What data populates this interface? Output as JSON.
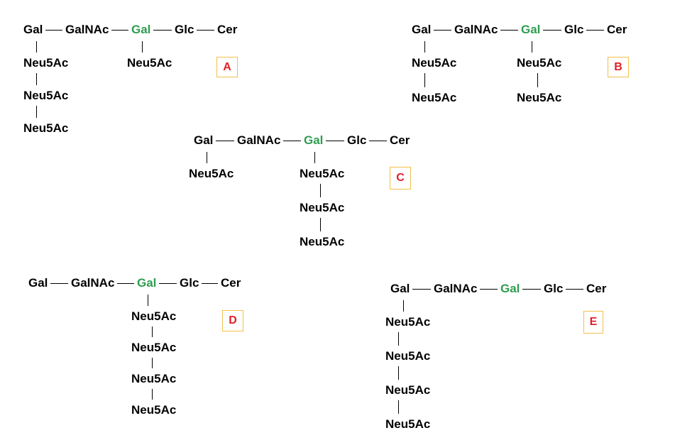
{
  "colors": {
    "text": "#000000",
    "gal_highlight": "#2e9e50",
    "label_letter": "#e0202a",
    "label_box_border": "#f3c04a"
  },
  "structures": [
    {
      "label": "A",
      "chain": [
        "Gal",
        "GalNAc",
        "Gal",
        "Glc",
        "Cer"
      ],
      "highlight_index": 2,
      "branches": [
        {
          "from_index": 0,
          "units": [
            "Neu5Ac",
            "Neu5Ac",
            "Neu5Ac"
          ]
        },
        {
          "from_index": 2,
          "units": [
            "Neu5Ac"
          ]
        }
      ]
    },
    {
      "label": "B",
      "chain": [
        "Gal",
        "GalNAc",
        "Gal",
        "Glc",
        "Cer"
      ],
      "highlight_index": 2,
      "branches": [
        {
          "from_index": 0,
          "units": [
            "Neu5Ac",
            "Neu5Ac"
          ]
        },
        {
          "from_index": 2,
          "units": [
            "Neu5Ac",
            "Neu5Ac"
          ]
        }
      ]
    },
    {
      "label": "C",
      "chain": [
        "Gal",
        "GalNAc",
        "Gal",
        "Glc",
        "Cer"
      ],
      "highlight_index": 2,
      "branches": [
        {
          "from_index": 0,
          "units": [
            "Neu5Ac"
          ]
        },
        {
          "from_index": 2,
          "units": [
            "Neu5Ac",
            "Neu5Ac",
            "Neu5Ac"
          ]
        }
      ]
    },
    {
      "label": "D",
      "chain": [
        "Gal",
        "GalNAc",
        "Gal",
        "Glc",
        "Cer"
      ],
      "highlight_index": 2,
      "branches": [
        {
          "from_index": 2,
          "units": [
            "Neu5Ac",
            "Neu5Ac",
            "Neu5Ac",
            "Neu5Ac"
          ]
        }
      ]
    },
    {
      "label": "E",
      "chain": [
        "Gal",
        "GalNAc",
        "Gal",
        "Glc",
        "Cer"
      ],
      "highlight_index": 2,
      "branches": [
        {
          "from_index": 0,
          "units": [
            "Neu5Ac",
            "Neu5Ac",
            "Neu5Ac",
            "Neu5Ac"
          ]
        }
      ]
    }
  ]
}
